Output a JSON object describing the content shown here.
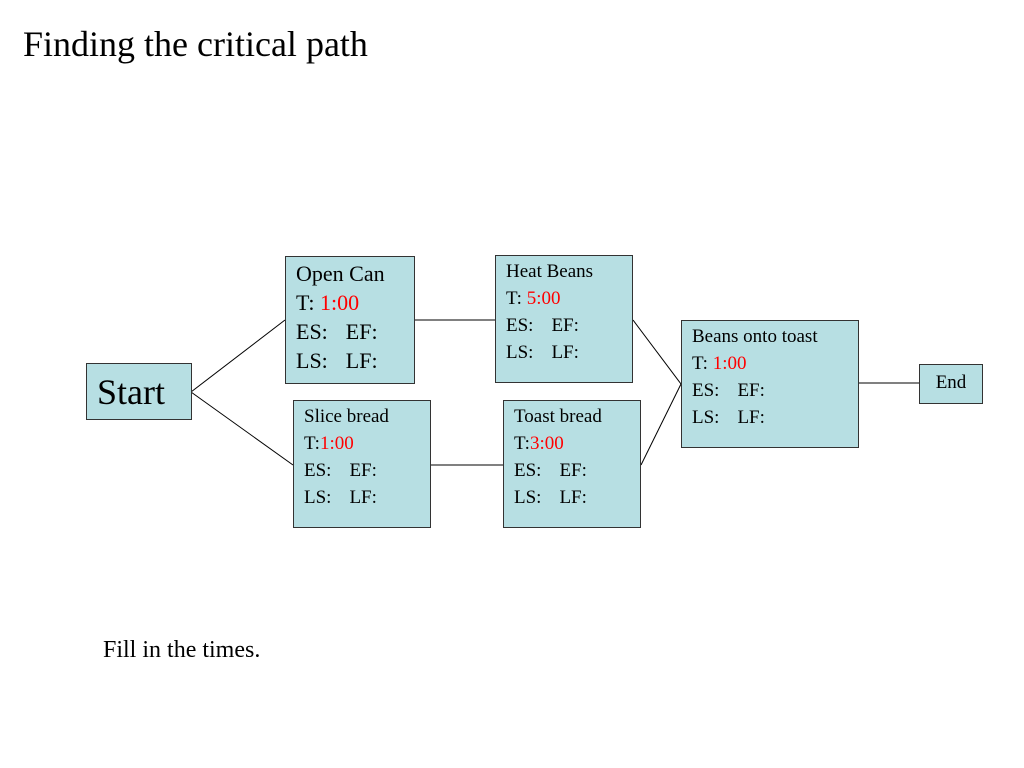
{
  "title": "Finding the critical path",
  "footnote": "Fill in the times.",
  "nodes": {
    "start": {
      "label": "Start"
    },
    "end": {
      "label": "End"
    },
    "open_can": {
      "name": "Open Can",
      "t_label": "T:",
      "t_value": "1:00",
      "es": "ES:",
      "ef": "EF:",
      "ls": "LS:",
      "lf": "LF:"
    },
    "slice_bread": {
      "name": "Slice bread",
      "t_label": "T:",
      "t_value": "1:00",
      "es": "ES:",
      "ef": "EF:",
      "ls": "LS:",
      "lf": "LF:"
    },
    "heat_beans": {
      "name": "Heat Beans",
      "t_label": "T:",
      "t_value": "5:00",
      "es": "ES:",
      "ef": "EF:",
      "ls": "LS:",
      "lf": "LF:"
    },
    "toast_bread": {
      "name": "Toast bread",
      "t_label": "T:",
      "t_value": "3:00",
      "es": "ES:",
      "ef": "EF:",
      "ls": "LS:",
      "lf": "LF:"
    },
    "beans_onto_toast": {
      "name": "Beans onto toast",
      "t_label": "T:",
      "t_value": "1:00",
      "es": "ES:",
      "ef": "EF:",
      "ls": "LS:",
      "lf": "LF:"
    }
  },
  "edges": [
    [
      "start",
      "open_can"
    ],
    [
      "start",
      "slice_bread"
    ],
    [
      "open_can",
      "heat_beans"
    ],
    [
      "slice_bread",
      "toast_bread"
    ],
    [
      "heat_beans",
      "beans_onto_toast"
    ],
    [
      "toast_bread",
      "beans_onto_toast"
    ],
    [
      "beans_onto_toast",
      "end"
    ]
  ],
  "colors": {
    "node_fill": "#b7dfe3",
    "time_value": "#ff0000",
    "border": "#333333"
  }
}
